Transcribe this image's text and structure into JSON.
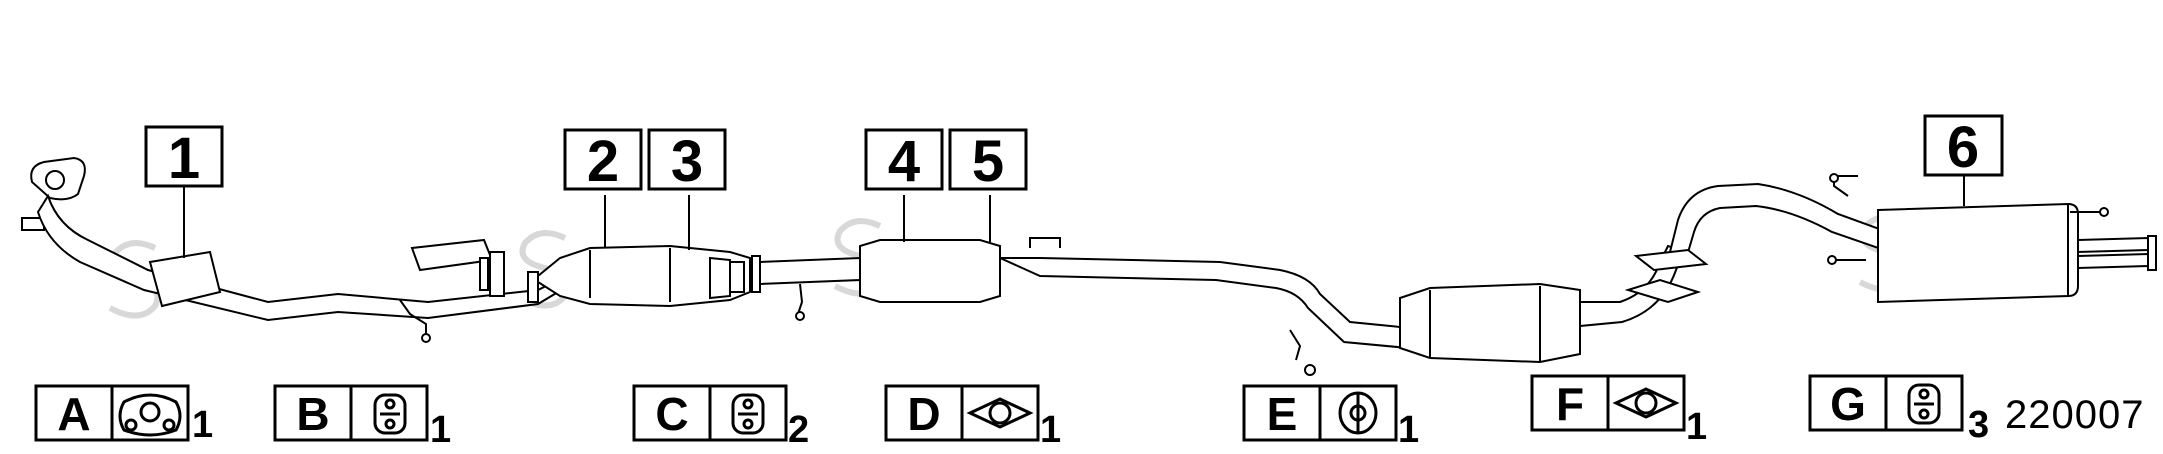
{
  "callouts": [
    {
      "id": "1",
      "label": "1"
    },
    {
      "id": "2",
      "label": "2"
    },
    {
      "id": "3",
      "label": "3"
    },
    {
      "id": "4",
      "label": "4"
    },
    {
      "id": "5",
      "label": "5"
    },
    {
      "id": "6",
      "label": "6"
    }
  ],
  "legend": [
    {
      "letter": "A",
      "qty": "1",
      "icon": "three-bolt-flange-gasket-icon"
    },
    {
      "letter": "B",
      "qty": "1",
      "icon": "rubber-hanger-icon"
    },
    {
      "letter": "C",
      "qty": "2",
      "icon": "rubber-hanger-icon"
    },
    {
      "letter": "D",
      "qty": "1",
      "icon": "two-bolt-flange-gasket-icon"
    },
    {
      "letter": "E",
      "qty": "1",
      "icon": "ring-hanger-icon"
    },
    {
      "letter": "F",
      "qty": "1",
      "icon": "two-bolt-flange-gasket-icon"
    },
    {
      "letter": "G",
      "qty": "3",
      "icon": "rubber-hanger-icon"
    }
  ],
  "diagram_code": "220007"
}
